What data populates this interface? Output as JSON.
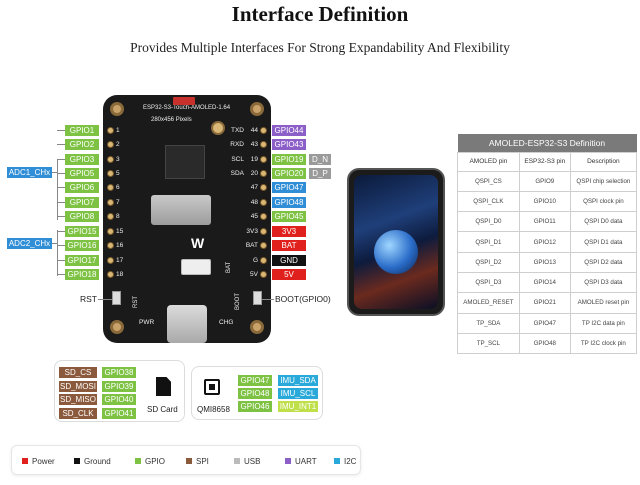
{
  "header": {
    "title": "Interface Definition",
    "subtitle": "Provides Multiple Interfaces For Strong Expandability And Flexibility"
  },
  "board": {
    "name": "ESP32-S3-Touch-AMOLED-1.64",
    "resolution": "280x456 Pixels",
    "left_pin_silk": [
      "1",
      "2",
      "3",
      "5",
      "6",
      "7",
      "8",
      "15",
      "16",
      "17",
      "18"
    ],
    "right_pin_silk": [
      "44",
      "43",
      "19",
      "20",
      "47",
      "48",
      "45",
      "3V3",
      "BAT",
      "G",
      "5V"
    ],
    "right_bus_silk": [
      "TXD",
      "RXD",
      "SCL",
      "SDA",
      "",
      "",
      "",
      "",
      "",
      "",
      ""
    ],
    "bottom_labels": {
      "pwr": "PWR",
      "chg": "CHG",
      "rst": "RST",
      "boot": "BOOT",
      "bat": "BAT"
    }
  },
  "left_pins": [
    {
      "label": "GPIO1",
      "color": "#7dc242"
    },
    {
      "label": "GPIO2",
      "color": "#7dc242"
    },
    {
      "label": "GPIO3",
      "color": "#7dc242"
    },
    {
      "label": "GPIO5",
      "color": "#7dc242"
    },
    {
      "label": "GPIO6",
      "color": "#7dc242"
    },
    {
      "label": "GPIO7",
      "color": "#7dc242"
    },
    {
      "label": "GPIO8",
      "color": "#7dc242"
    },
    {
      "label": "GPIO15",
      "color": "#7dc242"
    },
    {
      "label": "GPIO16",
      "color": "#7dc242"
    },
    {
      "label": "GPIO17",
      "color": "#7dc242"
    },
    {
      "label": "GPIO18",
      "color": "#7dc242"
    }
  ],
  "adc_groups": [
    {
      "label": "ADC1_CHx",
      "color": "#2f8ed6"
    },
    {
      "label": "ADC2_CHx",
      "color": "#2f8ed6"
    }
  ],
  "right_pins": [
    {
      "label": "GPIO44",
      "color": "#8c5fc8",
      "extra": ""
    },
    {
      "label": "GPIO43",
      "color": "#8c5fc8",
      "extra": ""
    },
    {
      "label": "GPIO19",
      "color": "#7dc242",
      "extra": "D_N"
    },
    {
      "label": "GPIO20",
      "color": "#7dc242",
      "extra": "D_P"
    },
    {
      "label": "GPIO47",
      "color": "#2f8ed6",
      "extra": ""
    },
    {
      "label": "GPIO48",
      "color": "#2f8ed6",
      "extra": ""
    },
    {
      "label": "GPIO45",
      "color": "#7dc242",
      "extra": ""
    },
    {
      "label": "3V3",
      "color": "#e0201c",
      "extra": ""
    },
    {
      "label": "BAT",
      "color": "#e0201c",
      "extra": ""
    },
    {
      "label": "GND",
      "color": "#111111",
      "extra": ""
    },
    {
      "label": "5V",
      "color": "#e0201c",
      "extra": ""
    }
  ],
  "buttons": {
    "rst": "RST",
    "boot": "BOOT(GPIO0)"
  },
  "sd_panel": {
    "rows": [
      {
        "signal": "SD_CS",
        "gpio": "GPIO38"
      },
      {
        "signal": "SD_MOSI",
        "gpio": "GPIO39"
      },
      {
        "signal": "SD_MISO",
        "gpio": "GPIO40"
      },
      {
        "signal": "SD_CLK",
        "gpio": "GPIO41"
      }
    ],
    "card_label": "SD Card"
  },
  "imu_panel": {
    "chip_label": "QMI8658",
    "rows": [
      {
        "gpio": "GPIO47",
        "signal": "IMU_SDA",
        "color": "#28a9d9"
      },
      {
        "gpio": "GPIO48",
        "signal": "IMU_SCL",
        "color": "#28a9d9"
      },
      {
        "gpio": "GPIO46",
        "signal": "IMU_INT1",
        "color": "#bfe04a"
      }
    ]
  },
  "amoled_table": {
    "caption": "AMOLED-ESP32-S3 Definition",
    "headers": [
      "AMOLED pin",
      "ESP32-S3 pin",
      "Description"
    ],
    "rows": [
      [
        "QSPI_CS",
        "GPIO9",
        "QSPI chip selection"
      ],
      [
        "QSPI_CLK",
        "GPIO10",
        "QSPI clock pin"
      ],
      [
        "QSPI_D0",
        "GPIO11",
        "QSPI D0 data"
      ],
      [
        "QSPI_D1",
        "GPIO12",
        "QSPI D1 data"
      ],
      [
        "QSPI_D2",
        "GPIO13",
        "QSPI D2 data"
      ],
      [
        "QSPI_D3",
        "GPIO14",
        "QSPI D3 data"
      ],
      [
        "AMOLED_RESET",
        "GPIO21",
        "AMOLED reset pin"
      ],
      [
        "TP_SDA",
        "GPIO47",
        "TP I2C data pin"
      ],
      [
        "TP_SCL",
        "GPIO48",
        "TP I2C clock pin"
      ]
    ]
  },
  "legend": [
    {
      "label": "Power",
      "color": "#e0201c"
    },
    {
      "label": "Ground",
      "color": "#111111"
    },
    {
      "label": "GPIO",
      "color": "#7dc242"
    },
    {
      "label": "SPI",
      "color": "#8b5a3c"
    },
    {
      "label": "USB",
      "color": "#bbbbbb"
    },
    {
      "label": "UART",
      "color": "#8c5fc8"
    },
    {
      "label": "I2C",
      "color": "#28a9d9"
    }
  ]
}
